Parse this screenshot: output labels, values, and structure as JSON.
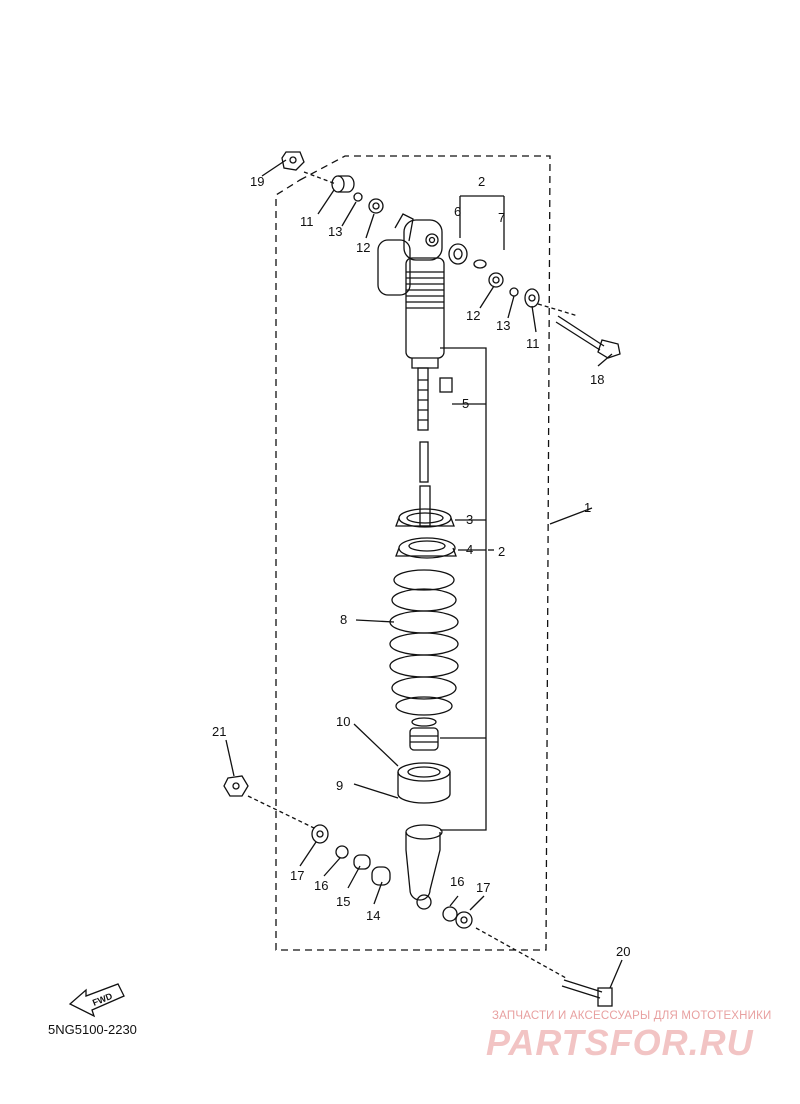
{
  "diagram": {
    "callouts": {
      "c1": "1",
      "c2a": "2",
      "c2b": "2",
      "c3": "3",
      "c4": "4",
      "c5": "5",
      "c6": "6",
      "c7": "7",
      "c8": "8",
      "c9": "9",
      "c10": "10",
      "c11a": "11",
      "c11b": "11",
      "c12a": "12",
      "c12b": "12",
      "c13a": "13",
      "c13b": "13",
      "c14": "14",
      "c15": "15",
      "c16a": "16",
      "c16b": "16",
      "c17a": "17",
      "c17b": "17",
      "c18": "18",
      "c19": "19",
      "c20": "20",
      "c21": "21"
    },
    "fwd_label": "FWD",
    "part_code": "5NG5100-2230"
  },
  "watermark": {
    "tagline": "ЗАПЧАСТИ И АКСЕССУАРЫ ДЛЯ МОТОТЕХНИКИ",
    "logo_text": "PARTSFOR.RU"
  }
}
